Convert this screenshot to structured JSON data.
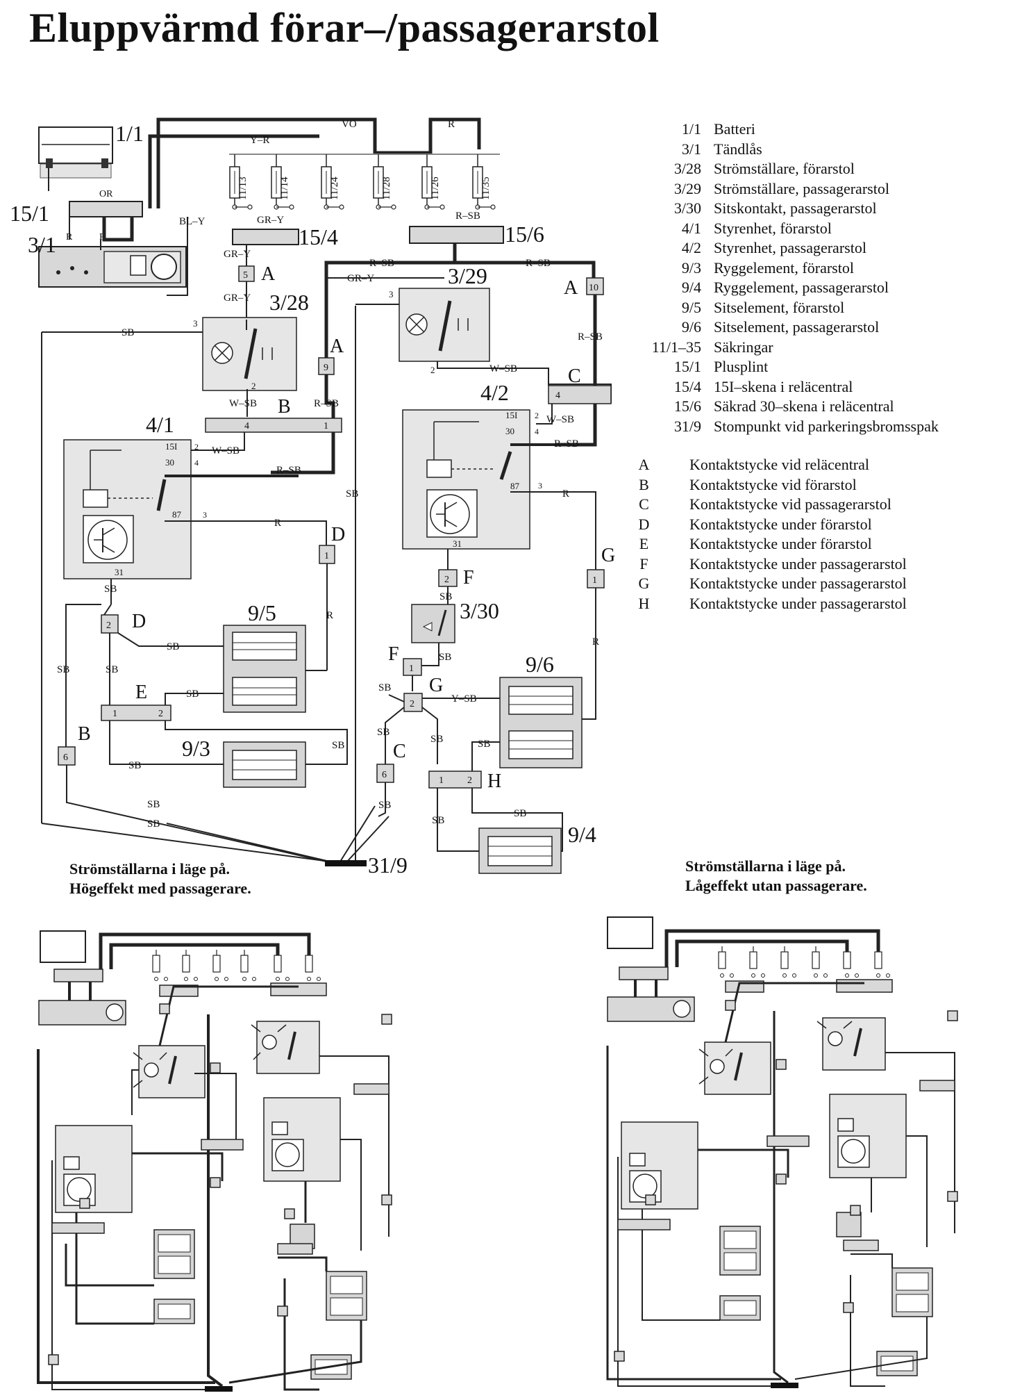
{
  "title": "Eluppvärmd förar–/passagerarstol",
  "legend_components": [
    {
      "code": "1/1",
      "text": "Batteri"
    },
    {
      "code": "3/1",
      "text": "Tändlås"
    },
    {
      "code": "3/28",
      "text": "Strömställare, förarstol"
    },
    {
      "code": "3/29",
      "text": "Strömställare, passagerarstol"
    },
    {
      "code": "3/30",
      "text": "Sitskontakt, passagerarstol"
    },
    {
      "code": "4/1",
      "text": "Styrenhet, förarstol"
    },
    {
      "code": "4/2",
      "text": "Styrenhet, passagerarstol"
    },
    {
      "code": "9/3",
      "text": "Ryggelement, förarstol"
    },
    {
      "code": "9/4",
      "text": "Ryggelement, passagerarstol"
    },
    {
      "code": "9/5",
      "text": "Sitselement, förarstol"
    },
    {
      "code": "9/6",
      "text": "Sitselement, passagerarstol"
    },
    {
      "code": "11/1–35",
      "text": "Säkringar"
    },
    {
      "code": "15/1",
      "text": "Plusplint"
    },
    {
      "code": "15/4",
      "text": "15I–skena i reläcentral"
    },
    {
      "code": "15/6",
      "text": "Säkrad 30–skena i reläcentral"
    },
    {
      "code": "31/9",
      "text": "Stompunkt vid parkeringsbromsspak"
    }
  ],
  "legend_connectors": [
    {
      "code": "A",
      "text": "Kontaktstycke vid reläcentral"
    },
    {
      "code": "B",
      "text": "Kontaktstycke vid förarstol"
    },
    {
      "code": "C",
      "text": "Kontaktstycke vid passagerarstol"
    },
    {
      "code": "D",
      "text": "Kontaktstycke under förarstol"
    },
    {
      "code": "E",
      "text": "Kontaktstycke under förarstol"
    },
    {
      "code": "F",
      "text": "Kontaktstycke under passagerarstol"
    },
    {
      "code": "G",
      "text": "Kontaktstycke under passagerarstol"
    },
    {
      "code": "H",
      "text": "Kontaktstycke under passagerarstol"
    }
  ],
  "captions": {
    "left": {
      "line1": "Strömställarna i läge på.",
      "line2": "Högeffekt med passagerare."
    },
    "right": {
      "line1": "Strömställarna i läge på.",
      "line2": "Lågeffekt utan passagerare."
    }
  },
  "components": {
    "battery": "1/1",
    "ignition": "3/1",
    "plusplint": "15/1",
    "rail15": "15/4",
    "rail30": "15/6",
    "switch_driver": "3/28",
    "switch_pass": "3/29",
    "seat_contact": "3/30",
    "ctrl_driver": "4/1",
    "ctrl_pass": "4/2",
    "seat_el_driver": "9/5",
    "back_el_driver": "9/3",
    "seat_el_pass": "9/6",
    "back_el_pass": "9/4",
    "ground": "31/9"
  },
  "fuses": [
    "11/13",
    "11/14",
    "11/24",
    "11/28",
    "11/26",
    "11/35"
  ],
  "wires": {
    "vo": "VO",
    "r": "R",
    "yr": "Y–R",
    "or": "OR",
    "bly": "BL–Y",
    "gry": "GR–Y",
    "rsb": "R–SB",
    "sb": "SB",
    "wsb": "W–SB",
    "ysb": "Y–SB"
  },
  "connectors": {
    "A": "A",
    "B": "B",
    "C": "C",
    "D": "D",
    "E": "E",
    "F": "F",
    "G": "G",
    "H": "H"
  },
  "pins": {
    "p1": "1",
    "p2": "2",
    "p3": "3",
    "p4": "4",
    "p5": "5",
    "p6": "6",
    "p9": "9",
    "p10": "10",
    "p15i": "15I",
    "p30": "30",
    "p87": "87",
    "p31": "31"
  }
}
